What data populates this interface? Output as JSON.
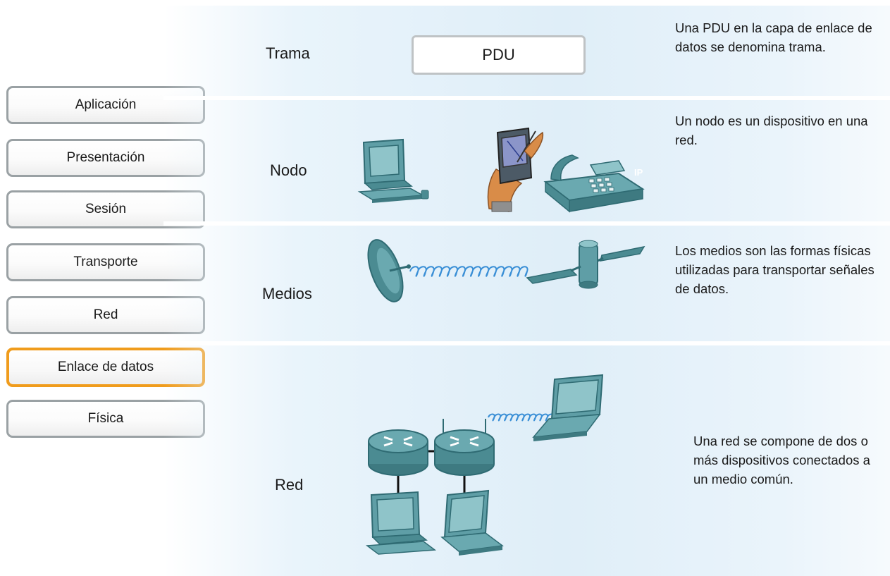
{
  "layers": {
    "items": [
      {
        "label": "Aplicación"
      },
      {
        "label": "Presentación"
      },
      {
        "label": "Sesión"
      },
      {
        "label": "Transporte"
      },
      {
        "label": "Red"
      },
      {
        "label": "Enlace de datos"
      },
      {
        "label": "Física"
      }
    ],
    "active_index": 5,
    "active_color": "#f09c1c"
  },
  "rows": {
    "trama": {
      "label": "Trama",
      "box_label": "PDU",
      "description": "Una PDU en la capa de enlace de datos se denomina trama."
    },
    "nodo": {
      "label": "Nodo",
      "phone_badge": "IP",
      "description": "Un nodo es un dispositivo en una red."
    },
    "medios": {
      "label": "Medios",
      "description": "Los medios son las formas físicas utilizadas para transportar señales de datos."
    },
    "red": {
      "label": "Red",
      "description": "Una red se compone de dos o más dispositivos conectados a un medio común."
    }
  },
  "colors": {
    "device_teal": "#5f9ea6",
    "device_dark": "#2f6b73",
    "wireless_blue": "#3a8fd6",
    "row_background": "#dfeef8"
  },
  "icons": [
    "desktop-computer-icon",
    "pda-icon",
    "ip-phone-icon",
    "satellite-dish-icon",
    "antenna-icon",
    "router-icon",
    "laptop-icon"
  ]
}
